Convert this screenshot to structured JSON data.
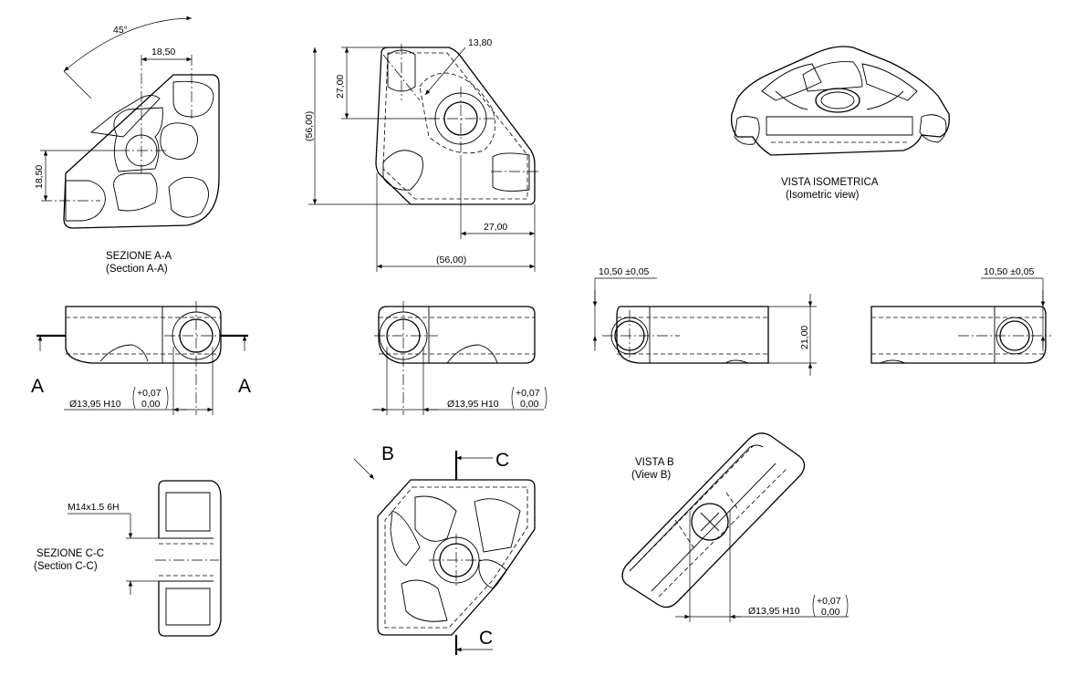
{
  "section_aa": {
    "title": "SEZIONE A-A",
    "subtitle": "(Section A-A)",
    "angle": "45°",
    "dim_h": "18,50",
    "dim_v": "18,50"
  },
  "top_view": {
    "dim_hole": "13,80",
    "dim_v1": "27,00",
    "dim_v2": "(56,00)",
    "dim_h1": "27,00",
    "dim_h2": "(56,00)"
  },
  "iso_view": {
    "title": "VISTA ISOMETRICA",
    "subtitle": "(Isometric view)"
  },
  "front_views": {
    "section_label_left": "A",
    "section_label_right": "A",
    "bore_dim": "Ø13,95 H10",
    "tol_upper": "+0,07",
    "tol_lower": "0,00",
    "offset_dim": "10,50 ±0,05",
    "height_dim": "21,00"
  },
  "section_cc": {
    "title": "SEZIONE C-C",
    "subtitle": "(Section C-C)",
    "thread": "M14x1.5 6H"
  },
  "bottom_view": {
    "view_label": "B",
    "section_label_top": "C",
    "section_label_bottom": "C"
  },
  "view_b": {
    "title": "VISTA B",
    "subtitle": "(View B)"
  }
}
